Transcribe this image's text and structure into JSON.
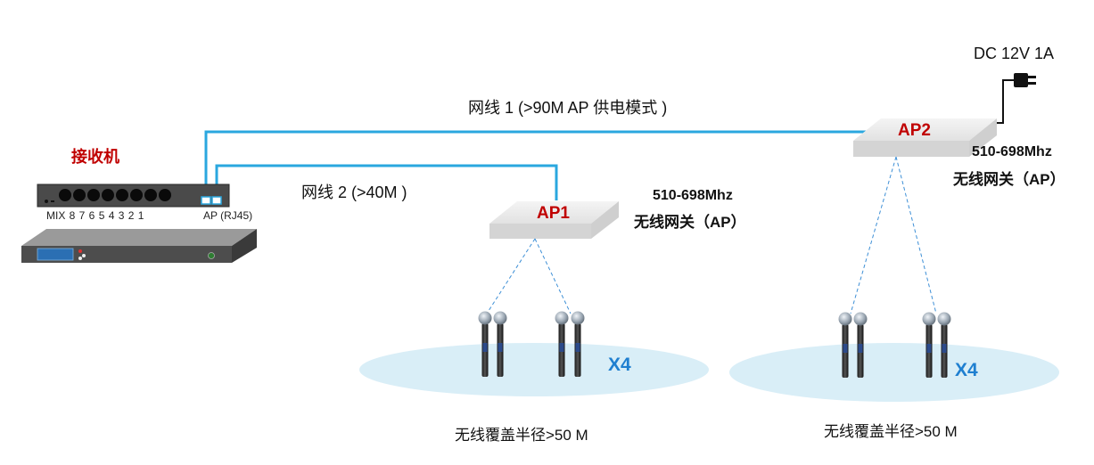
{
  "receiver": {
    "title": "接收机",
    "port_labels": "MIX 8  7  6  5  4  3  2  1",
    "ap_port_label": "AP (RJ45)"
  },
  "cables": {
    "cable1_label": "网线 1 (>90M AP 供电模式 )",
    "cable2_label": "网线 2 (>40M )",
    "color": "#2aa7df"
  },
  "ap1": {
    "name": "AP1",
    "freq": "510-698Mhz",
    "desc": "无线网关（AP）"
  },
  "ap2": {
    "name": "AP2",
    "freq": "510-698Mhz",
    "desc": "无线网关（AP）"
  },
  "power": {
    "label": "DC 12V 1A"
  },
  "zones": [
    {
      "count": "X4",
      "coverage": "无线覆盖半径>50 M"
    },
    {
      "count": "X4",
      "coverage": "无线覆盖半径>50 M"
    }
  ],
  "colors": {
    "ap_label": "#c00000",
    "count_label": "#1f7fd0",
    "coverage_ellipse": "#d9eef7",
    "cable": "#2aa7df"
  }
}
